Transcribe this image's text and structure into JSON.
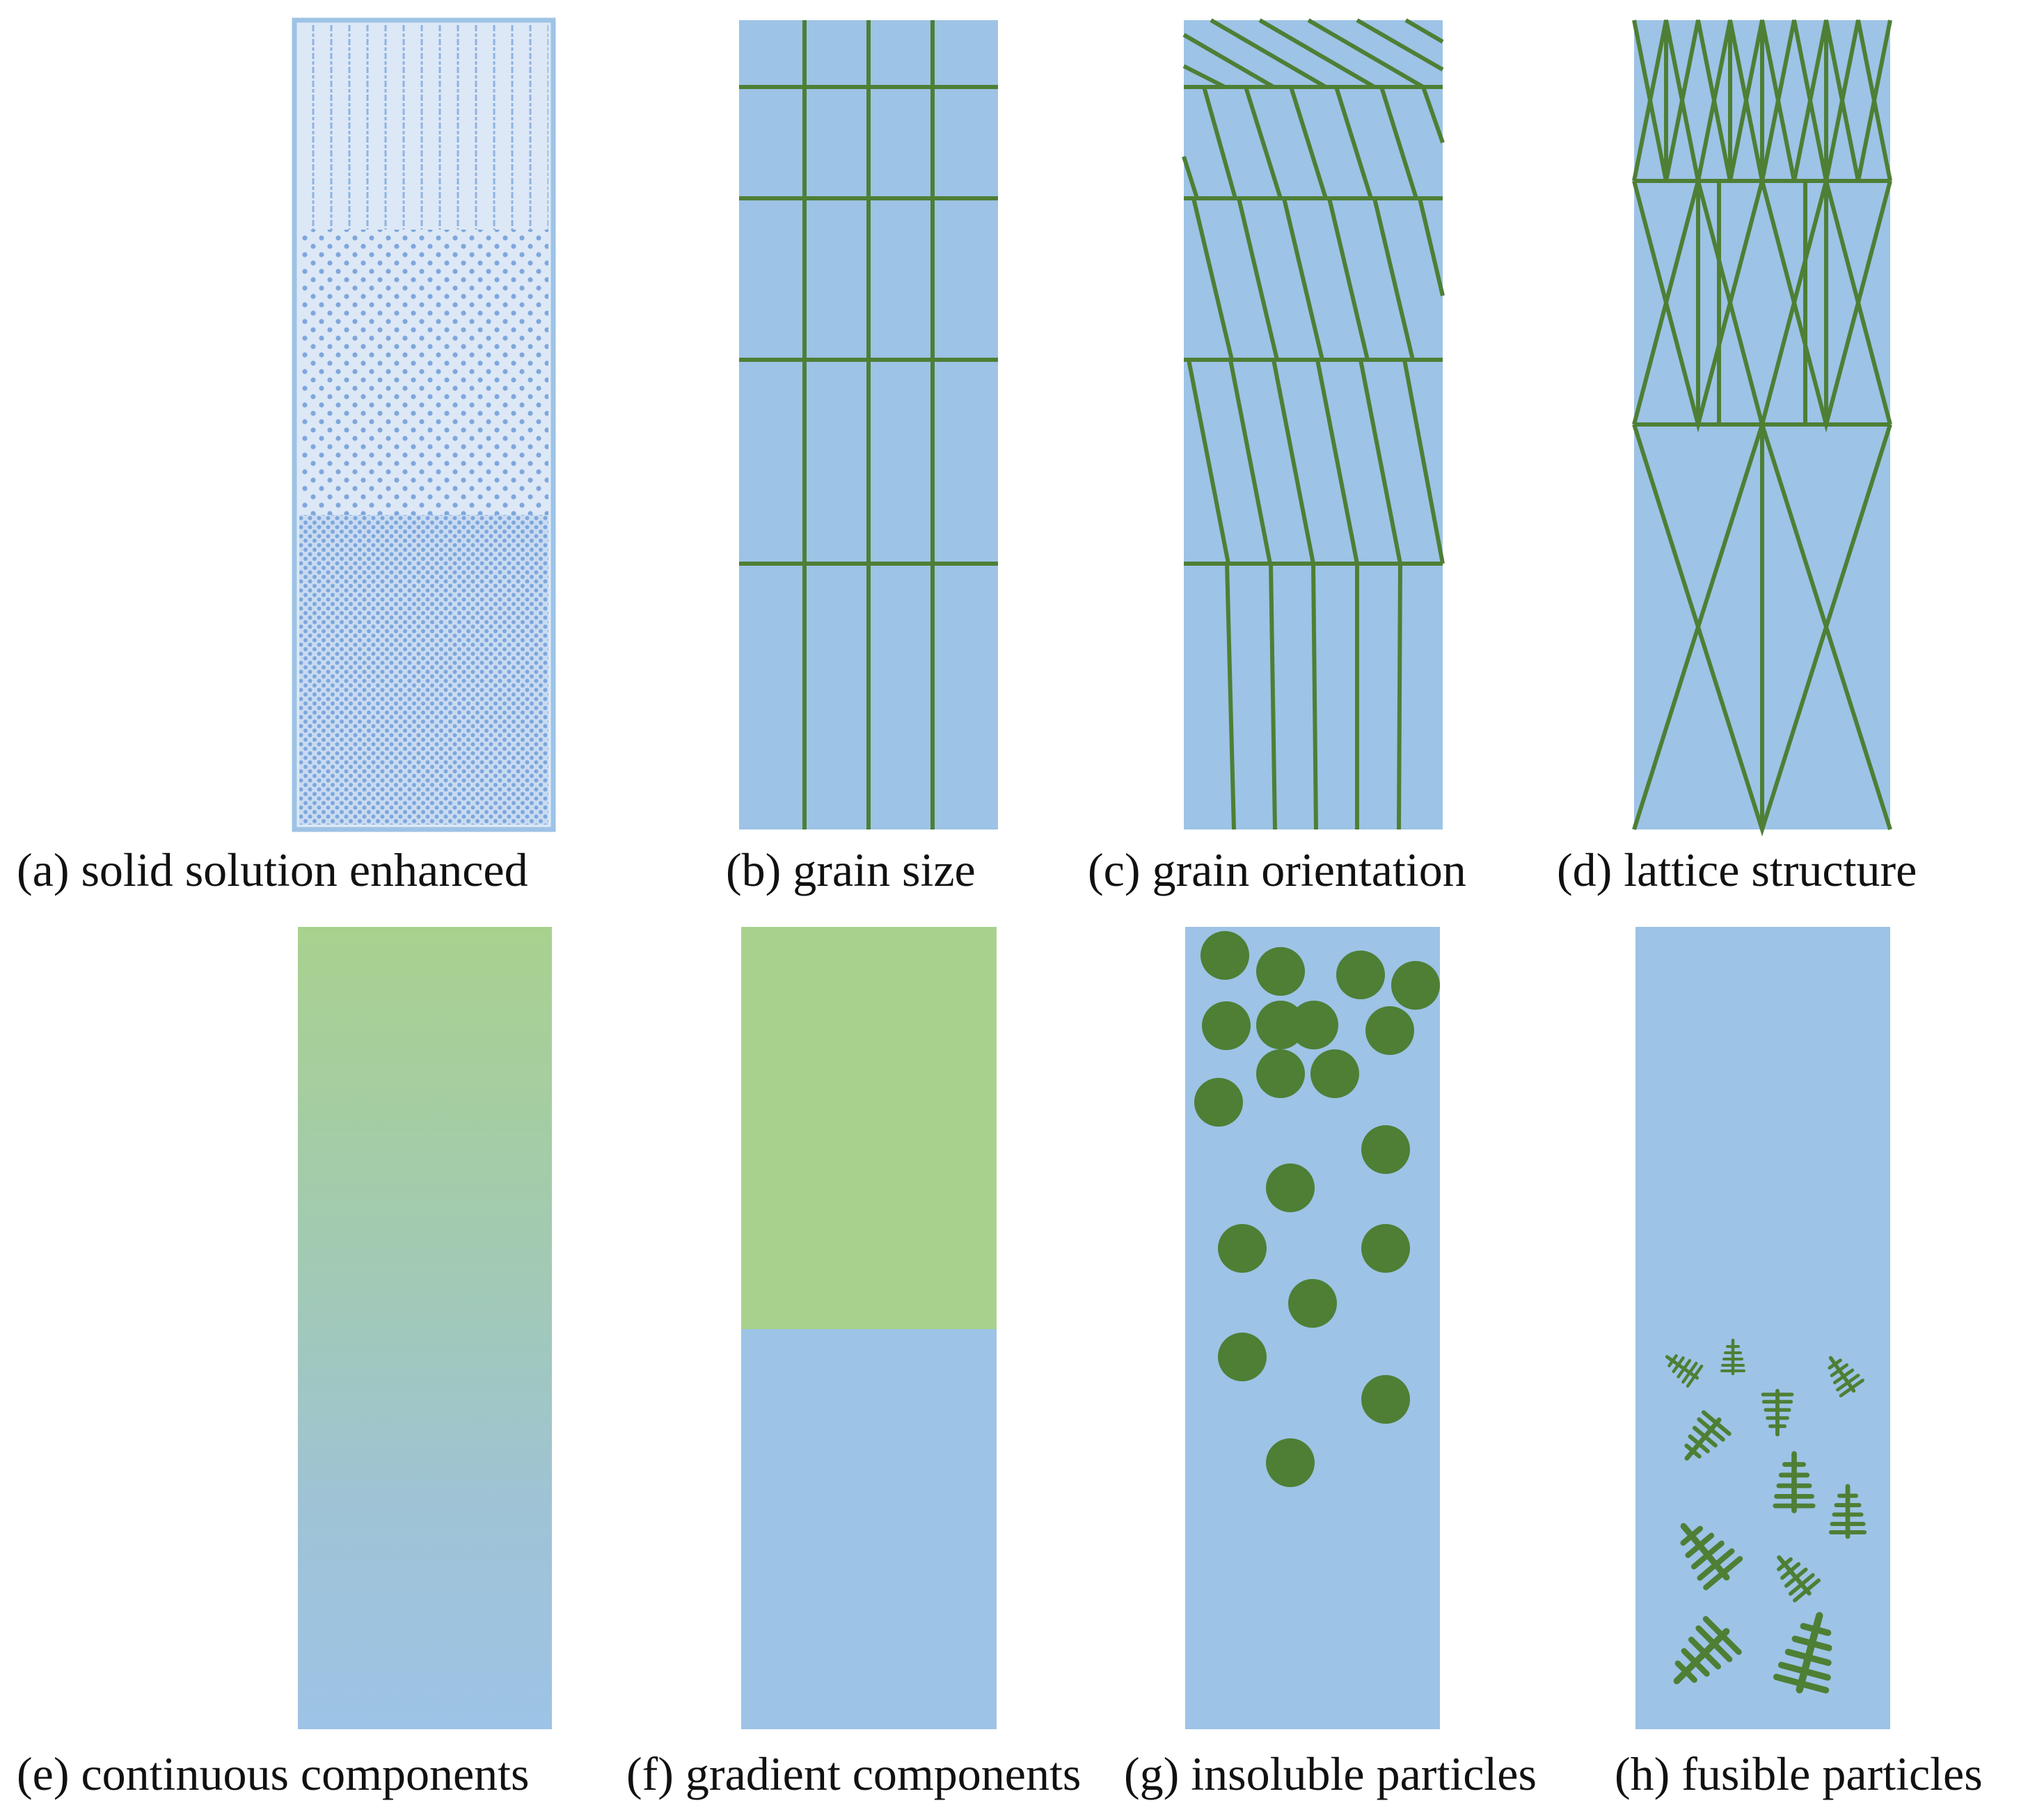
{
  "figure": {
    "colors": {
      "matrix_blue": "#9dc3e6",
      "pattern_blue": "#7ea7dd",
      "light_background": "#dde8f6",
      "grain_green": "#4e7f35",
      "light_green": "#a9d18e"
    },
    "panels": [
      {
        "id": "a",
        "caption": "(a)  solid solution enhanced",
        "pattern": "solid-solution-dot-patterns"
      },
      {
        "id": "b",
        "caption": "(b) grain size",
        "pattern": "rectangular-grains"
      },
      {
        "id": "c",
        "caption": "(c) grain orientation",
        "pattern": "oriented-grains"
      },
      {
        "id": "d",
        "caption": "(d) lattice structure",
        "pattern": "truss-lattice"
      },
      {
        "id": "e",
        "caption": "(e) continuous components",
        "pattern": "continuous-gradient"
      },
      {
        "id": "f",
        "caption": "(f) gradient components",
        "pattern": "two-layer-gradient"
      },
      {
        "id": "g",
        "caption": "(g) insoluble particles",
        "pattern": "round-particles"
      },
      {
        "id": "h",
        "caption": "(h) fusible particles",
        "pattern": "dendritic-particles"
      }
    ]
  }
}
